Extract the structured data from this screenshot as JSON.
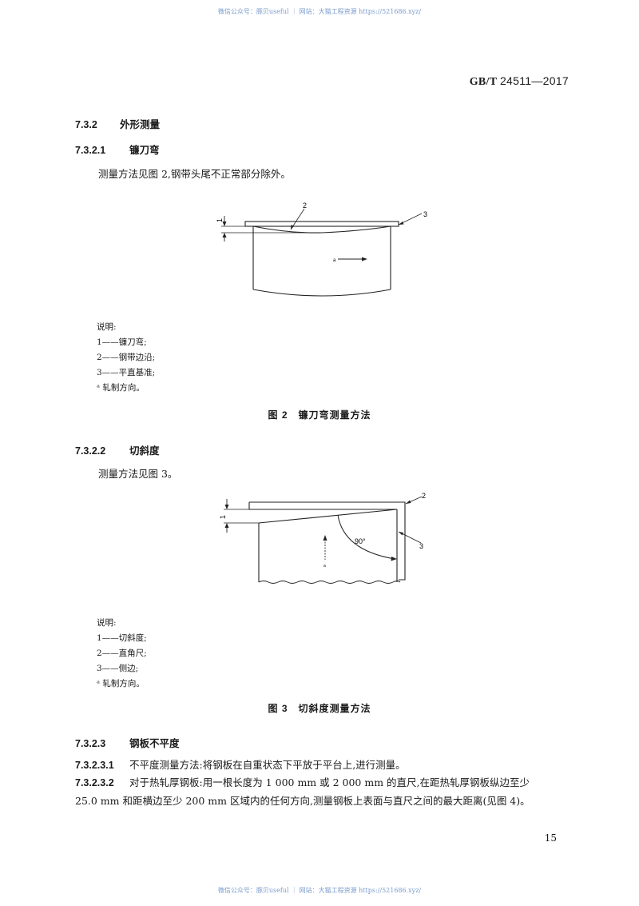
{
  "watermark": {
    "top": "微信公众号：豚贝useful ｜ 网站：大猫工程资源 https://521686.xyz/",
    "bottom": "微信公众号：豚贝useful ｜ 网站：大猫工程资源 https://521686.xyz/"
  },
  "header": {
    "standard_prefix": "GB/T",
    "standard_number": "24511—2017"
  },
  "sections": {
    "s_7_3_2": {
      "number": "7.3.2",
      "title": "外形测量"
    },
    "s_7_3_2_1": {
      "number": "7.3.2.1",
      "title": "镰刀弯",
      "text": "测量方法见图 2,钢带头尾不正常部分除外。"
    },
    "s_7_3_2_2": {
      "number": "7.3.2.2",
      "title": "切斜度",
      "text": "测量方法见图 3。"
    },
    "s_7_3_2_3": {
      "number": "7.3.2.3",
      "title": "钢板不平度"
    },
    "s_7_3_2_3_1": {
      "number": "7.3.2.3.1",
      "text": "不平度测量方法:将钢板在自重状态下平放于平台上,进行测量。"
    },
    "s_7_3_2_3_2": {
      "number": "7.3.2.3.2",
      "line1": "对于热轧厚钢板:用一根长度为 1 000 mm 或 2 000 mm 的直尺,在距热轧厚钢板纵边至少",
      "line2": "25.0 mm 和距横边至少 200 mm 区域内的任何方向,测量钢板上表面与直尺之间的最大距离(见图 4)。"
    }
  },
  "figure2": {
    "labels": {
      "l1": "1",
      "l2": "2",
      "l3": "3",
      "a": "a"
    },
    "legend": {
      "title": "说明:",
      "items": [
        "1——镰刀弯;",
        "2——钢带边沿;",
        "3——平直基准;"
      ],
      "note": "ᵃ 轧制方向。"
    },
    "caption": "图 2　镰刀弯测量方法"
  },
  "figure3": {
    "labels": {
      "l1": "1",
      "l2": "2",
      "l3": "3",
      "a": "a",
      "angle": "90°"
    },
    "legend": {
      "title": "说明:",
      "items": [
        "1——切斜度;",
        "2——直角尺;",
        "3——侧边;"
      ],
      "note": "ᵃ 轧制方向。"
    },
    "caption": "图 3　切斜度测量方法"
  },
  "page": {
    "number": "15"
  }
}
